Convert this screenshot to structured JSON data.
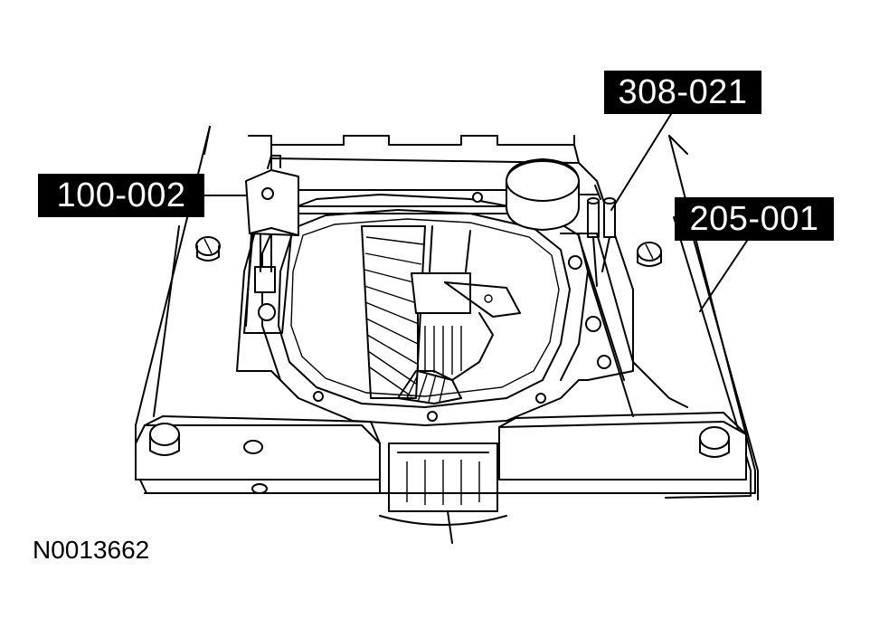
{
  "callouts": {
    "tool_100": "100-002",
    "tool_308": "308-021",
    "tool_205": "205-001"
  },
  "figure_id": "N0013662"
}
